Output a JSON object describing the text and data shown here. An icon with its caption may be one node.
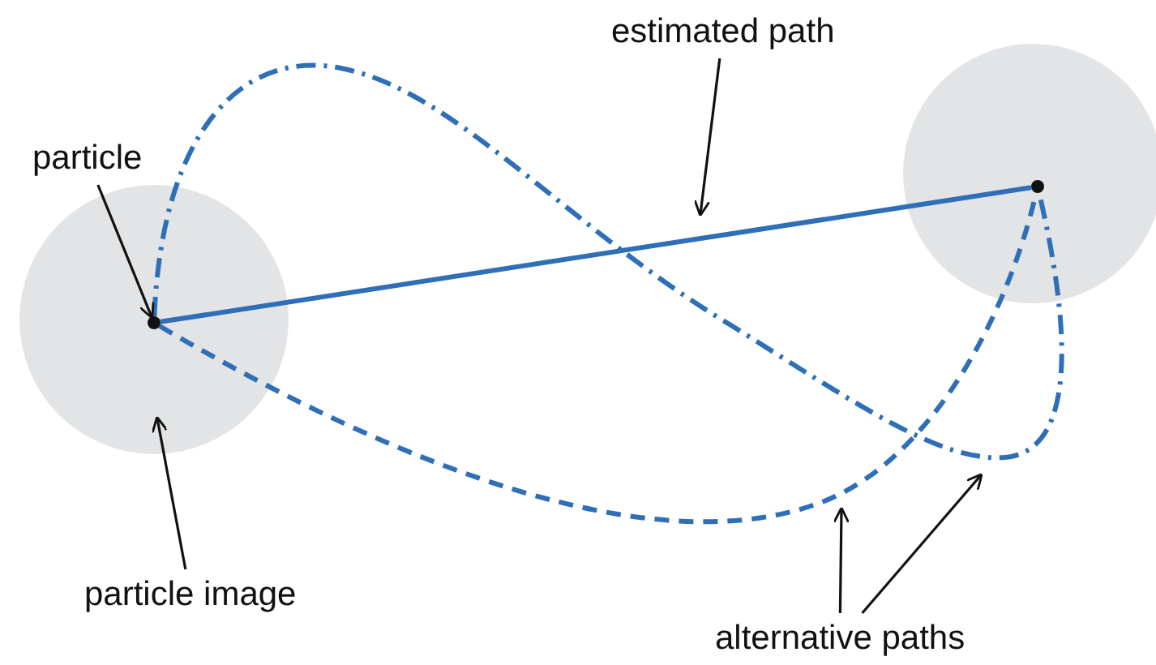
{
  "diagram": {
    "nodes": [
      {
        "text": [],
        "shape": "circle"
      },
      {
        "text": [],
        "shape": "circle",
        "in": 0
      },
      {
        "text": [],
        "shape": "circle"
      },
      {
        "text": [],
        "shape": "circle",
        "in": 2
      },
      {
        "text": [
          "particle"
        ]
      },
      {
        "text": [
          "estimated path"
        ]
      },
      {
        "text": [
          "particle image"
        ]
      },
      {
        "text": [
          "alternative paths"
        ]
      }
    ],
    "edges": [
      {
        "from": 1,
        "to": 3,
        "arrow": "none",
        "color": "#2f6fb7"
      },
      {
        "from": 1,
        "to": 3,
        "arrow": "none",
        "style": "dashed",
        "color": "#2f6fb7"
      },
      {
        "from": 1,
        "to": 3,
        "arrow": "none",
        "style": "dashed",
        "color": "#2f6fb7"
      },
      {
        "from": 4,
        "to": 1,
        "arrow": "to"
      },
      {
        "from": 5,
        "to": null,
        "arrow": "to"
      },
      {
        "from": 6,
        "to": 0,
        "arrow": "to"
      },
      {
        "from": 7,
        "to": null,
        "arrow": "to"
      },
      {
        "from": 7,
        "to": null,
        "arrow": "to"
      }
    ]
  }
}
